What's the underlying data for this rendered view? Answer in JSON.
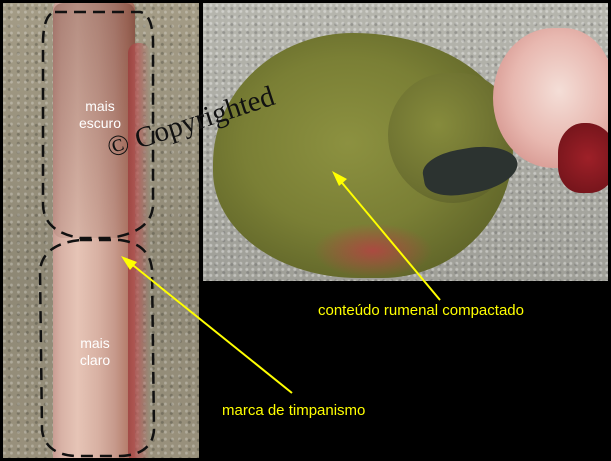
{
  "labels": {
    "darker": "mais\nescuro",
    "lighter": "mais\nclaro",
    "rumen_content": "conteúdo rumenal compactado",
    "bloat_mark": "marca de timpanismo"
  },
  "watermark": "© Copyrighted",
  "colors": {
    "annotation": "#ffff00",
    "background": "#000000"
  }
}
